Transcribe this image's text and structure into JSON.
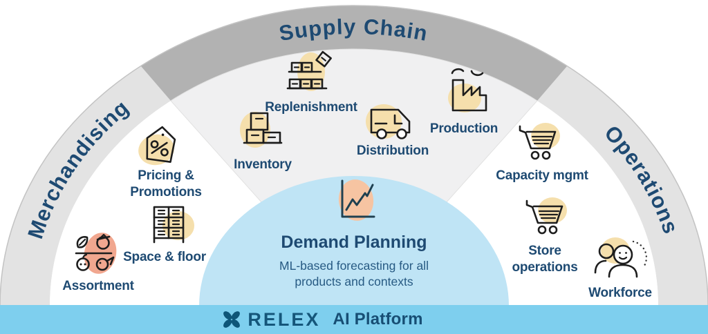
{
  "diagram_title": "RELEX AI Platform capability wheel",
  "arc_segments": {
    "left": {
      "label": "Merchandising"
    },
    "top": {
      "label": "Supply Chain"
    },
    "right": {
      "label": "Operations"
    }
  },
  "items": {
    "pricing": {
      "label": "Pricing &\nPromotions",
      "icon": "price-tag-percent-icon"
    },
    "space": {
      "label": "Space & floor",
      "icon": "shelf-rack-icon"
    },
    "assortment": {
      "label": "Assortment",
      "icon": "food-grid-icon"
    },
    "replenishment": {
      "label": "Replenishment",
      "icon": "shelved-boxes-icon"
    },
    "inventory": {
      "label": "Inventory",
      "icon": "stacked-boxes-icon"
    },
    "distribution": {
      "label": "Distribution",
      "icon": "delivery-truck-icon"
    },
    "production": {
      "label": "Production",
      "icon": "factory-icon"
    },
    "capacity": {
      "label": "Capacity mgmt",
      "icon": "shopping-cart-icon"
    },
    "store": {
      "label": "Store\noperations",
      "icon": "shopping-cart-icon"
    },
    "workforce": {
      "label": "Workforce",
      "icon": "people-icon"
    }
  },
  "center": {
    "title": "Demand Planning",
    "subtitle": "ML-based forecasting for all\nproducts and contexts",
    "icon": "line-chart-icon"
  },
  "footer": {
    "brand": "RELEX",
    "product": "AI Platform",
    "logo_icon": "relex-clover-icon"
  },
  "palette": {
    "navy_text": "#1E4A72",
    "ring_dark": "#B2B2B2",
    "ring_light": "#E3E3E3",
    "supply_wedge": "#F0F0F1",
    "dome_blue": "#BFE4F5",
    "bar_blue": "#7ECFEE",
    "blob_beige": "#F5DFAC",
    "blob_salmon": "#F1A78F",
    "blob_peach": "#F6C4A2",
    "logo_teal": "#0E5678"
  }
}
